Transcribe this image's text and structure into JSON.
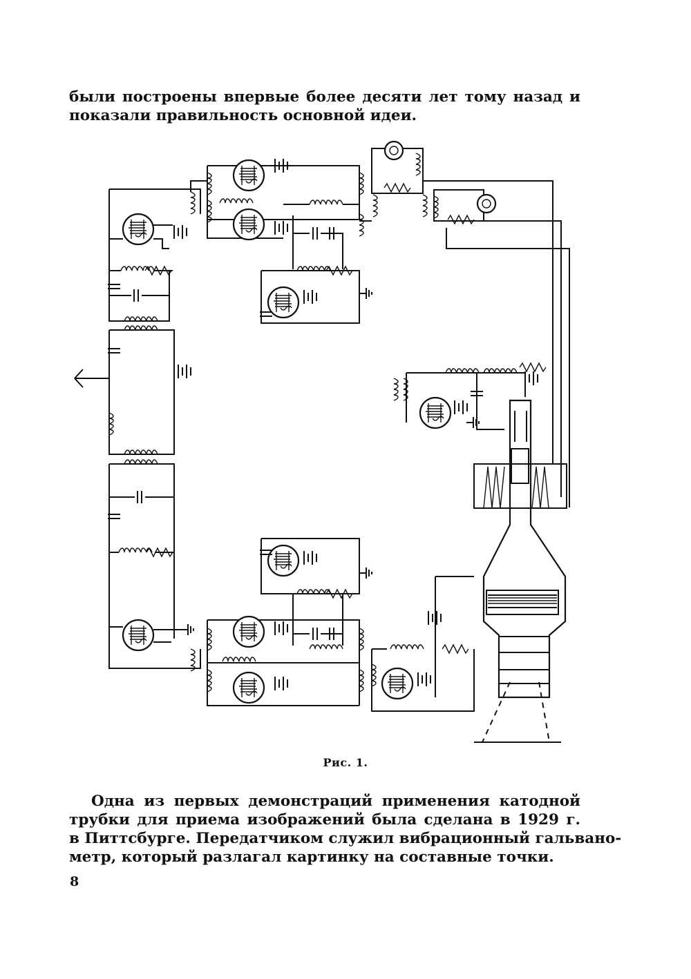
{
  "intro_text": {
    "lines": [
      "были построены впервые более десяти лет тому назад и",
      "показали правильность основной идеи."
    ]
  },
  "figure": {
    "caption": "Рис. 1."
  },
  "paragraph": {
    "lines": [
      "Одна из первых демонстраций применения катодной",
      "трубки для приема изображений была сделана в 1929 г.",
      "в Питтсбурге. Передатчиком служил вибрационный гальвано-",
      "метр, который разлагал картинку на составные точки."
    ]
  },
  "page_number": "8"
}
